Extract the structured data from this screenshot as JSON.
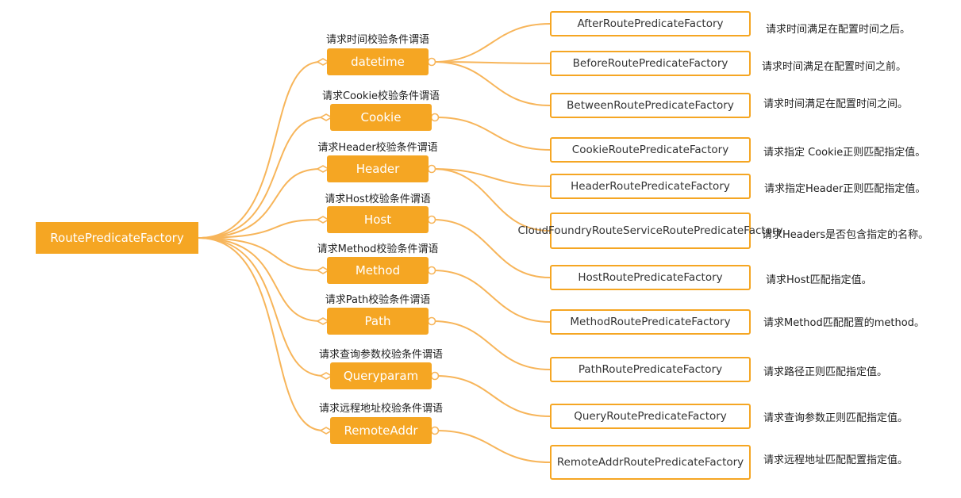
{
  "root": {
    "label": "RoutePredicateFactory"
  },
  "colors": {
    "accent": "#f5a623",
    "line": "#f7b55a"
  },
  "categories": [
    {
      "label": "datetime",
      "caption": "请求时间校验条件谓语"
    },
    {
      "label": "Cookie",
      "caption": "请求Cookie校验条件谓语"
    },
    {
      "label": "Header",
      "caption": "请求Header校验条件谓语"
    },
    {
      "label": "Host",
      "caption": "请求Host校验条件谓语"
    },
    {
      "label": "Method",
      "caption": "请求Method校验条件谓语"
    },
    {
      "label": "Path",
      "caption": "请求Path校验条件谓语"
    },
    {
      "label": "Queryparam",
      "caption": "请求查询参数校验条件谓语"
    },
    {
      "label": "RemoteAddr",
      "caption": "请求远程地址校验条件谓语"
    }
  ],
  "factories": [
    {
      "label": "AfterRoutePredicateFactory",
      "desc": "请求时间满足在配置时间之后。"
    },
    {
      "label": "BeforeRoutePredicateFactory",
      "desc": "请求时间满足在配置时间之前。"
    },
    {
      "label": "BetweenRoutePredicateFactory",
      "desc": "请求时间满足在配置时间之间。"
    },
    {
      "label": "CookieRoutePredicateFactory",
      "desc": "请求指定 Cookie正则匹配指定值。"
    },
    {
      "label": "HeaderRoutePredicateFactory",
      "desc": "请求指定Header正则匹配指定值。"
    },
    {
      "label": "CloudFoundryRouteServiceRoutePredicateFactory",
      "desc": "请求Headers是否包含指定的名称。"
    },
    {
      "label": "HostRoutePredicateFactory",
      "desc": "请求Host匹配指定值。"
    },
    {
      "label": "MethodRoutePredicateFactory",
      "desc": "请求Method匹配配置的method。"
    },
    {
      "label": "PathRoutePredicateFactory",
      "desc": "请求路径正则匹配指定值。"
    },
    {
      "label": "QueryRoutePredicateFactory",
      "desc": "请求查询参数正则匹配指定值。"
    },
    {
      "label": "RemoteAddrRoutePredicateFactory",
      "desc": "请求远程地址匹配配置指定值。"
    }
  ]
}
